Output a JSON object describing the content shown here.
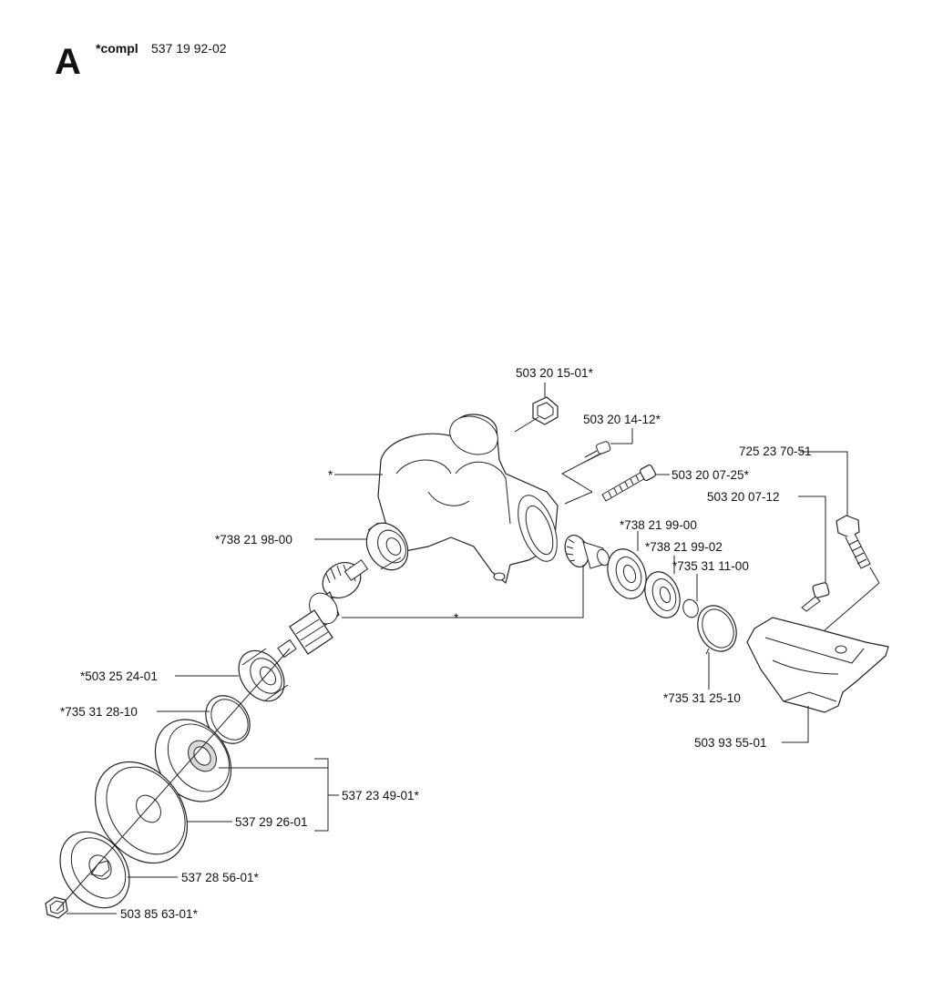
{
  "header": {
    "section_letter": "A",
    "compl_label": "*compl",
    "compl_number": "537 19 92-02"
  },
  "callouts": {
    "plug": "503 20 15-01*",
    "screw_small": "503 20 14-12*",
    "screw_long": "503 20 07-25*",
    "bolt": "725 23 70-51",
    "screw_guard": "503 20 07-12",
    "housing_star": "*",
    "bearing_upper": "*738 21 98-00",
    "bearing_right_1": "*738 21 99-00",
    "bearing_right_2": "*738 21 99-02",
    "circlip_small": "*735 31 11-00",
    "gear_star": "*",
    "circlip_large": "*735 31 25-10",
    "guard": "503 93 55-01",
    "bearing_lower": "*503 25 24-01",
    "circlip_lower": "*735 31 28-10",
    "support_flange": "537 23 49-01*",
    "flange_plate": "537 29 26-01",
    "washer": "537 28 56-01*",
    "nut": "503 85 63-01*"
  }
}
